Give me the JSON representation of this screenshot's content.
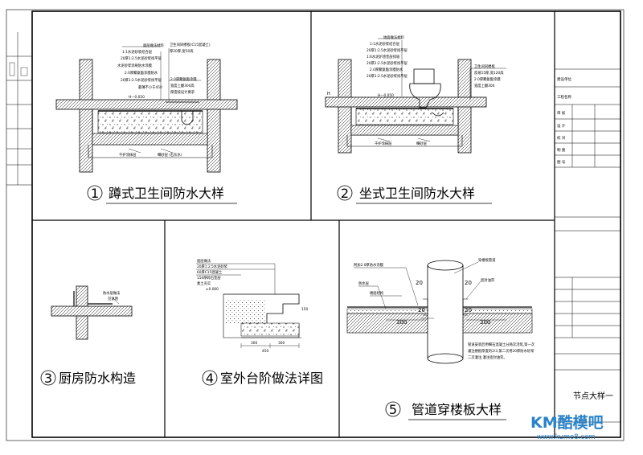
{
  "details": {
    "d1": {
      "num": "1",
      "title": "蹲式卫生间防水大样",
      "labels": [
        "面层做法材料",
        "1:1水泥砂浆结合层",
        "20厚1:2.5水泥砂浆找平层",
        "水泥砂浆涂刷防水涂膜",
        "2.0厚聚氨酯涂膜防水",
        "20厚1:2.5水泥砂浆找平层",
        "最薄不小于450",
        "卫生间同楼板(C15混凝土)",
        "厚20厚,宽50高",
        "2.0厚聚氨酯涂膜",
        "宽度上翻300高",
        "厚度按设计要求"
      ],
      "level": "H—0.050",
      "bottom_left": "干护涂抹层",
      "bottom_right": "细砂层 (石灰水)"
    },
    "d2": {
      "num": "2",
      "title": "坐式卫生间防水大样",
      "labels": [
        "地面做法材料",
        "1:1水泥砂浆结合层",
        "20厚1:2.5水泥砂浆找平层",
        "1:6水泥炉渣垫层找坡",
        "20厚1:2.5水泥砂浆找平层",
        "2.0厚聚氨酯涂膜防水",
        "20厚1:2.5水泥砂浆找平层",
        "卫生间同楼板",
        "反坡15厚,宽120高",
        "2.0厚聚氨酯涂膜",
        "宽度上翻300"
      ],
      "level_left": "H",
      "level": "H—0.050",
      "bottom_left": "干护涂抹层",
      "bottom_right": "细砂层"
    },
    "d3": {
      "num": "3",
      "title": "厨房防水构造",
      "labels": [
        "防水层做法",
        "见说明"
      ]
    },
    "d4": {
      "num": "4",
      "title": "室外台阶做法详图",
      "labels": [
        "面层做法",
        "20厚1:2.5水泥砂浆",
        "60厚C15混凝土",
        "150厚碎石垫层",
        "素土夯实"
      ],
      "level": "±0.000",
      "dims": [
        "300",
        "300",
        "150",
        "450"
      ]
    },
    "d5": {
      "num": "5",
      "title": "管道穿楼板大样",
      "labels": [
        "附加2.0厚防水涂膜",
        "防水层",
        "楼面结构",
        "穿楼板管道",
        "密封油膏"
      ],
      "dims": [
        "20",
        "20",
        "20",
        "20",
        "300",
        "300"
      ],
      "note": [
        "管道安装后用细石混凝土分两次浇筑,第一次",
        "灌注楼板厚度的2/3,第二次用20厚防水砂浆",
        "二次灌注,灌注密封油膏。"
      ]
    }
  },
  "title_block": {
    "rows_top": [
      "建设单位",
      "工程名称",
      "审 核",
      "设 计",
      "校 对",
      "制 图",
      "图 号"
    ],
    "drawing_name": "节点大样一"
  },
  "watermark": {
    "brand": "KM酷模吧",
    "url": "www.kumo8.com"
  }
}
